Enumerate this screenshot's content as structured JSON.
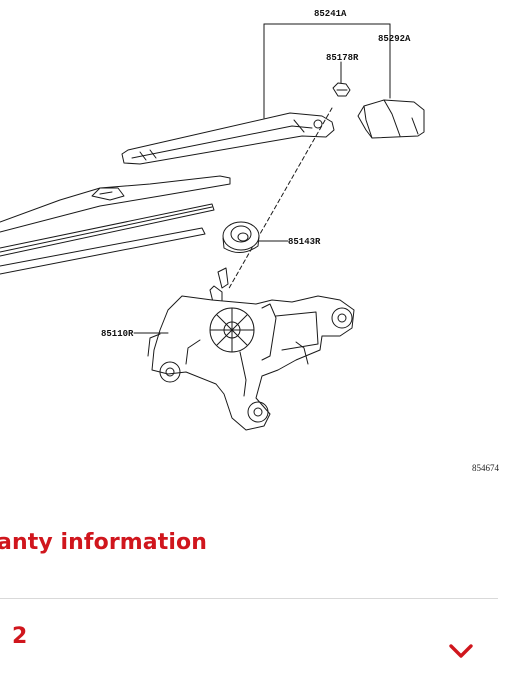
{
  "diagram": {
    "callouts": {
      "arm": "85241A",
      "cap": "85292A",
      "nut": "85178R",
      "washer": "85143R",
      "motor": "85110R"
    },
    "figure_number": "854674"
  },
  "warranty": {
    "title": "anty information"
  },
  "accordion": {
    "label": "2",
    "chevron_color": "#d0161d"
  },
  "colors": {
    "accent": "#d0161d",
    "divider": "#d9d9d9"
  }
}
